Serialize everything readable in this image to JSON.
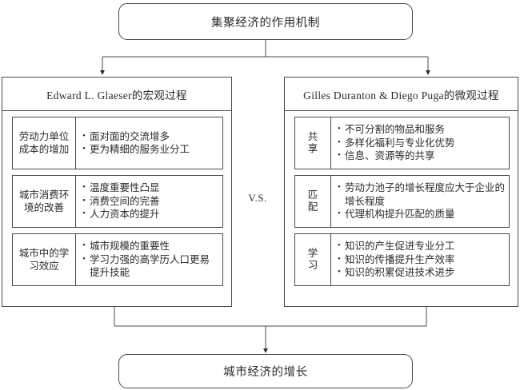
{
  "diagram": {
    "top_node": {
      "label": "集聚经济的作用机制"
    },
    "bottom_node": {
      "label": "城市经济的增长"
    },
    "comparator": {
      "label": "V.S."
    },
    "panels": [
      {
        "id": "macro",
        "title": "Edward L. Glaeser的宏观过程",
        "rows": [
          {
            "key": "劳动力单位成本的增加",
            "bullets": [
              "面对面的交流增多",
              "更为精细的服务业分工"
            ]
          },
          {
            "key": "城市消费环境的改善",
            "bullets": [
              "温度重要性凸显",
              "消费空间的完善",
              "人力资本的提升"
            ]
          },
          {
            "key": "城市中的学习效应",
            "bullets": [
              "城市规模的重要性",
              "学习力强的高学历人口更易提升技能"
            ]
          }
        ]
      },
      {
        "id": "micro",
        "title": "Gilles Duranton & Diego Puga的微观过程",
        "rows": [
          {
            "key": "共享",
            "bullets": [
              "不可分割的物品和服务",
              "多样化福利与专业化优势",
              "信息、资源等的共享"
            ]
          },
          {
            "key": "匹配",
            "bullets": [
              "劳动力池子的增长程度应大于企业的增长程度",
              "代理机构提升匹配的质量"
            ]
          },
          {
            "key": "学习",
            "bullets": [
              "知识的产生促进专业分工",
              "知识的传播提升生产效率",
              "知识的积累促进技术进步"
            ]
          }
        ]
      }
    ],
    "bullet_marker": "•",
    "colors": {
      "stroke": "#4a4a4a",
      "text": "#2b2b2b",
      "background": "#ffffff"
    }
  }
}
